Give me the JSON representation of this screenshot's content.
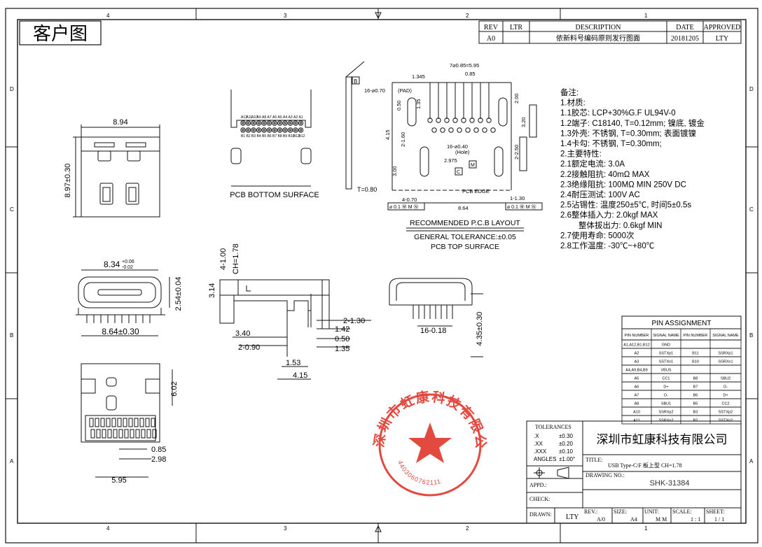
{
  "title_box": "客户图",
  "zones": {
    "top": [
      "4",
      "3",
      "2",
      "1"
    ],
    "bottom": [
      "4",
      "3",
      "2",
      "1"
    ],
    "left": [
      "D",
      "C",
      "B",
      "A"
    ],
    "right": [
      "D",
      "C",
      "B",
      "A"
    ]
  },
  "revision": {
    "headers": [
      "REV",
      "LTR",
      "DESCRIPTION",
      "DATE",
      "APPROVED"
    ],
    "row": [
      "A0",
      "",
      "依新料号编码原则发行图面",
      "20181205",
      "LTY"
    ]
  },
  "dims": {
    "top_view_width": "8.94",
    "top_view_height": "8.97±0.30",
    "front_width": "8.34",
    "front_tol_plus": "+0.06",
    "front_tol_minus": "-0.02",
    "front_height": "2.54±0.04",
    "front_base": "8.64±0.30",
    "side_h1": "4-1.00",
    "side_ch": "CH=1.78",
    "side_314": "3.14",
    "side_340": "3.40",
    "side_2090": "2-0.90",
    "side_153": "1.53",
    "side_415": "4.15",
    "side_2130": "2-1.30",
    "side_142": "1.42",
    "side_050": "0.50",
    "side_135": "1.35",
    "rear_16": "16-0.18",
    "rear_435": "4.35±0.30",
    "bottom_602": "6.02",
    "bottom_085": "0.85",
    "bottom_298": "2.98",
    "bottom_595": "5.95",
    "pcb_t": "T=0.80",
    "pad_1345": "1.345",
    "pad_7085": "7⌀0.85=5.95",
    "pad_085": "0.85",
    "pad_16": "16-⌀0.70",
    "pad_050": "0.50",
    "pad_135": "1.35",
    "pad_200": "2.00",
    "pad_320": "3.20",
    "pad_415": "4.15",
    "pad_2160": "2-1.60",
    "pad_300": "3.00",
    "pad_hole": "16-⌀0.40",
    "pad_2975": "2.975",
    "pad_2250": "2-2.50",
    "pad_470": "4-0.70",
    "pad_130": "1-1.30",
    "pad_864": "8.64",
    "pad_label": "(PAD)",
    "hole_label": "(Hole)",
    "pcb_edge": "PCB EDGE",
    "tol_box": "⌀ 0.1 Ⓜ M Ⓝ",
    "datum_b": "B",
    "datum_m": "M",
    "datum_n": "N",
    "datum_c": "C",
    "datum_l": "L"
  },
  "pin_labels_top": [
    "A12",
    "A11",
    "A10",
    "A9",
    "A8",
    "A7",
    "A6",
    "A5",
    "A4",
    "A3",
    "A2",
    "A1"
  ],
  "pin_labels_bottom": [
    "B1",
    "B2",
    "B3",
    "B4",
    "B5",
    "B6",
    "B7",
    "B8",
    "B9",
    "B10",
    "B11",
    "B12"
  ],
  "labels": {
    "pcb_bottom": "PCB BOTTOM SURFACE",
    "recommended": "RECOMMENDED P.C.B LAYOUT",
    "general_tol": "GENERAL TOLERANCE:±0.05",
    "pcb_top": "PCB TOP SURFACE"
  },
  "notes": [
    "备注:",
    "1.材质:",
    "1.1胶芯: LCP+30%G.F UL94V-0",
    "1.2端子: C18140, T=0.12mm; 镍底, 镀金",
    "1.3外壳: 不锈钢, T=0.30mm; 表面镀镍",
    "1.4卡勾: 不锈钢, T=0.30mm;",
    "2.主要特性:",
    "2.1额定电流: 3.0A",
    "2.2接触阻抗: 40mΩ MAX",
    "2.3绝缘阻抗: 100MΩ MIN 250V DC",
    "2.4耐压测试: 100V AC",
    "2.5沾锡性: 温度250±5℃, 时间5±0.5s",
    "2.6整体插入力: 2.0kgf MAX",
    "整体拔出力: 0.6kgf MIN",
    "2.7使用寿命: 5000次",
    "2.8工作温度: -30℃~+80℃"
  ],
  "pin_table": {
    "title": "PIN ASSIGNMENT",
    "headers": [
      "PIN NUMBER",
      "SIGNAL NAME",
      "PIN NUMBER",
      "SIGNAL NAME"
    ],
    "rows": [
      [
        "A1,A12,B1,B12",
        "GND",
        "",
        ""
      ],
      [
        "A2",
        "SSTXp1",
        "B11",
        "SSRXp1"
      ],
      [
        "A3",
        "SSTXn1",
        "B10",
        "SSRXn1"
      ],
      [
        "A4,A9,B4,B9",
        "VBUS",
        "",
        ""
      ],
      [
        "A5",
        "CC1",
        "B8",
        "SBU2"
      ],
      [
        "A6",
        "D+",
        "B7",
        "D-"
      ],
      [
        "A7",
        "D-",
        "B6",
        "D+"
      ],
      [
        "A8",
        "SBU1",
        "B5",
        "CC2"
      ],
      [
        "A10",
        "SSRXp2",
        "B3",
        "SSTXp2"
      ],
      [
        "A11",
        "SSRXn2",
        "B2",
        "SSTXn2"
      ]
    ]
  },
  "title_block": {
    "tolerances": "TOLERANCES",
    "tol_rows": [
      [
        ".X",
        "±0.30"
      ],
      [
        ".XX",
        "±0.20"
      ],
      [
        ".XXX",
        "±0.10"
      ],
      [
        "ANGLES",
        "±1.00°"
      ]
    ],
    "company": "深圳市虹康科技有限公司",
    "title_label": "TITLE:",
    "title_value": "USB Type-C/F 板上型 CH=1.78",
    "drawing_label": "DRAWING NO.:",
    "drawing_no": "SHK-31384",
    "appd": "APPD.:",
    "check": "CHECK:",
    "drawn": "DRAWN:",
    "drawn_by": "LTY",
    "rev_label": "REV.:",
    "rev_value": "A/0",
    "size_label": "SIZE:",
    "size_value": "A4",
    "unit_label": "UNIT:",
    "unit_value": "M M",
    "scale_label": "SCALE:",
    "scale_value": "1 : 1",
    "sheet_label": "SHEET:",
    "sheet_value": "1 / 1"
  },
  "stamp": {
    "ring_text": "深圳市虹康科技有限公司",
    "number": "4403060762111"
  },
  "colors": {
    "stamp": "#e03a2f",
    "line": "#111111"
  }
}
